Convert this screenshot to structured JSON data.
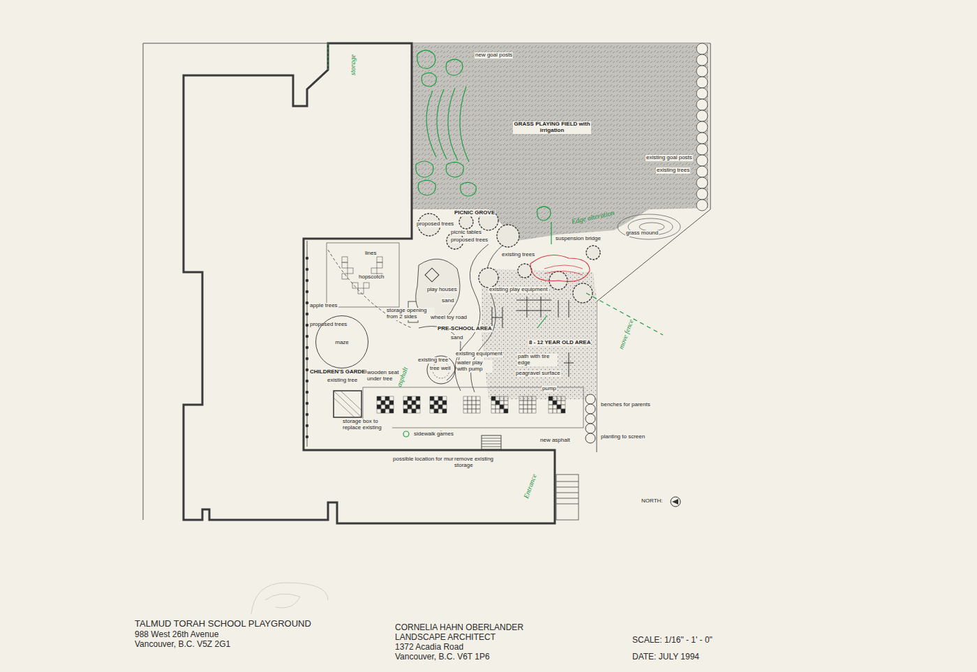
{
  "diagram": {
    "title": "TALMUD TORAH SCHOOL PLAYGROUND",
    "nodes": [
      {
        "text": [
          "maze"
        ]
      }
    ],
    "labels": [
      "new goal posts",
      "GRASS PLAYING FIELD with irrigation",
      "existing goal posts",
      "existing trees",
      "PICNIC GROVE",
      "proposed trees",
      "picnic tables",
      "proposed trees",
      "grass mound",
      "suspension bridge",
      "existing trees",
      "lines",
      "hopscotch",
      "play houses",
      "sand",
      "existing play equipment",
      "apple trees",
      "storage opening from 2 sides",
      "wheel toy road",
      "proposed trees",
      "PRE-SCHOOL AREA",
      "sand",
      "8 - 12 YEAR OLD AREA",
      "CHILDREN'S GARDEN",
      "existing tree",
      "existing equipment",
      "tree well",
      "water play with pump",
      "existing tree",
      "wooden seat under tree",
      "path with tire edge",
      "peagravel surface",
      "pump",
      "storage box to replace existing",
      "benches for parents",
      "sidewalk games",
      "new asphalt",
      "planting to screen",
      "possible location for murals",
      "remove existing storage",
      "NORTH:",
      "988 West 26th Avenue",
      "Vancouver, B.C. V5Z 2G1",
      "CORNELIA HAHN OBERLANDER",
      "LANDSCAPE ARCHITECT",
      "1372 Acadia Road",
      "Vancouver, B.C. V6T 1P6",
      "SCALE: 1/16\" - 1' - 0\"",
      "DATE: JULY 1994",
      "storage",
      "Edge alteration",
      "move fence",
      "asphalt",
      "Entrance"
    ]
  }
}
